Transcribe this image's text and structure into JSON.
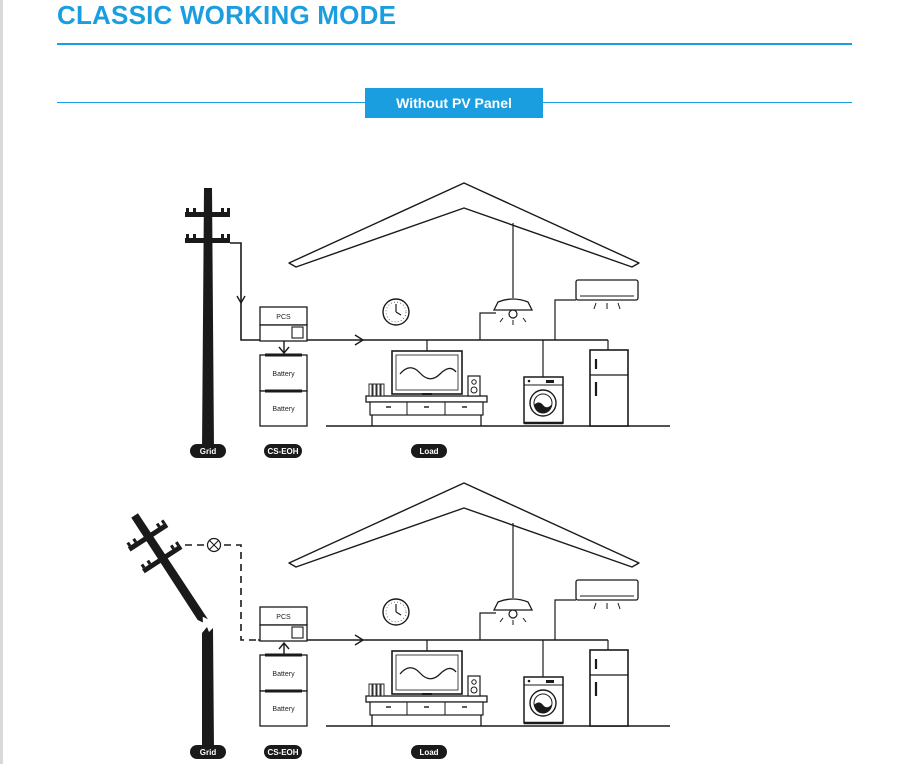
{
  "header": {
    "title": "CLASSIC WORKING MODE",
    "mode_badge": "Without PV Panel"
  },
  "scenes": [
    {
      "grid_tag": "Grid",
      "device_tag": "CS-EOH",
      "load_tag": "Load",
      "pcs_label": "PCS",
      "battery_labels": [
        "Battery",
        "Battery"
      ]
    },
    {
      "grid_tag": "Grid",
      "device_tag": "CS-EOH",
      "load_tag": "Load",
      "pcs_label": "PCS",
      "battery_labels": [
        "Battery",
        "Battery"
      ]
    }
  ],
  "colors": {
    "accent": "#1a9ee0",
    "line": "#1a1a1a"
  },
  "icons": [
    "utility-pole-icon",
    "broken-pole-icon",
    "house-roof-icon",
    "clock-icon",
    "ceiling-lamp-icon",
    "air-conditioner-icon",
    "tv-icon",
    "speaker-icon",
    "washing-machine-icon",
    "fridge-icon",
    "disconnect-icon"
  ]
}
